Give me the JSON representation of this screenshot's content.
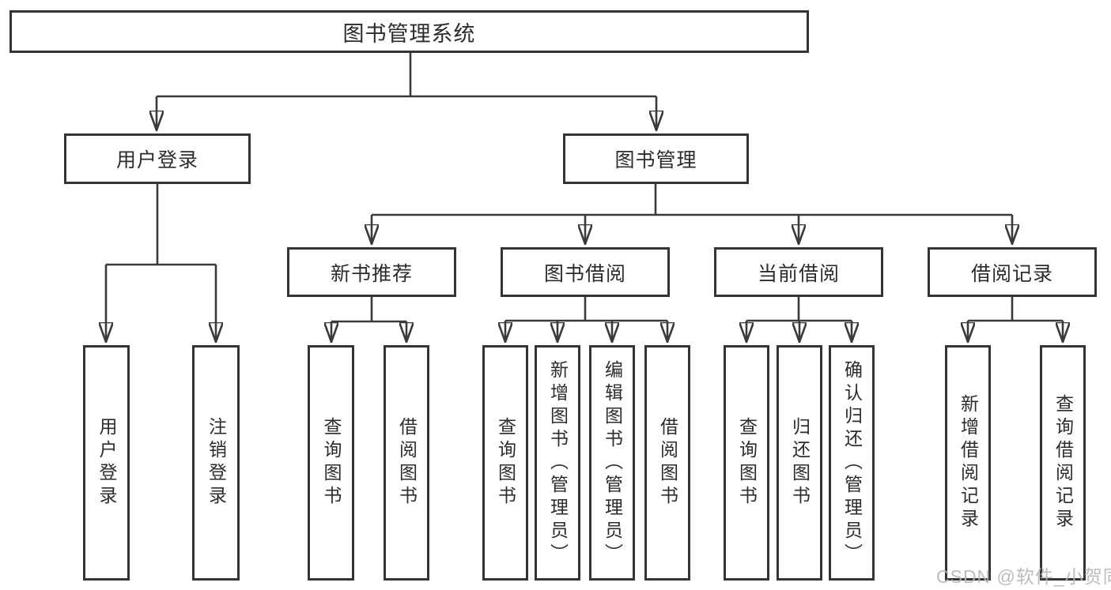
{
  "diagram": {
    "title": "图书管理系统",
    "level2": {
      "user_login": "用户登录",
      "book_management": "图书管理"
    },
    "level3": {
      "new_book_recommend": "新书推荐",
      "book_borrow": "图书借阅",
      "current_borrow": "当前借阅",
      "borrow_records": "借阅记录"
    },
    "leaves": {
      "login": "用户登录",
      "logout": "注销登录",
      "newbook_query": "查询图书",
      "newbook_borrow": "借阅图书",
      "borrow_query": "查询图书",
      "borrow_add": "新增图书（管理员）",
      "borrow_edit": "编辑图书（管理员）",
      "borrow_borrow": "借阅图书",
      "current_query": "查询图书",
      "current_return": "归还图书",
      "current_confirm": "确认归还（管理员）",
      "records_add": "新增借阅记录",
      "records_query": "查询借阅记录"
    },
    "watermark": "CSDN @软件_小贺同学",
    "colors": {
      "line": "#3a3a3a",
      "box_border": "#343434",
      "text": "#2c2c2c",
      "watermark": "#b6b6b6",
      "background": "#ffffff"
    }
  }
}
